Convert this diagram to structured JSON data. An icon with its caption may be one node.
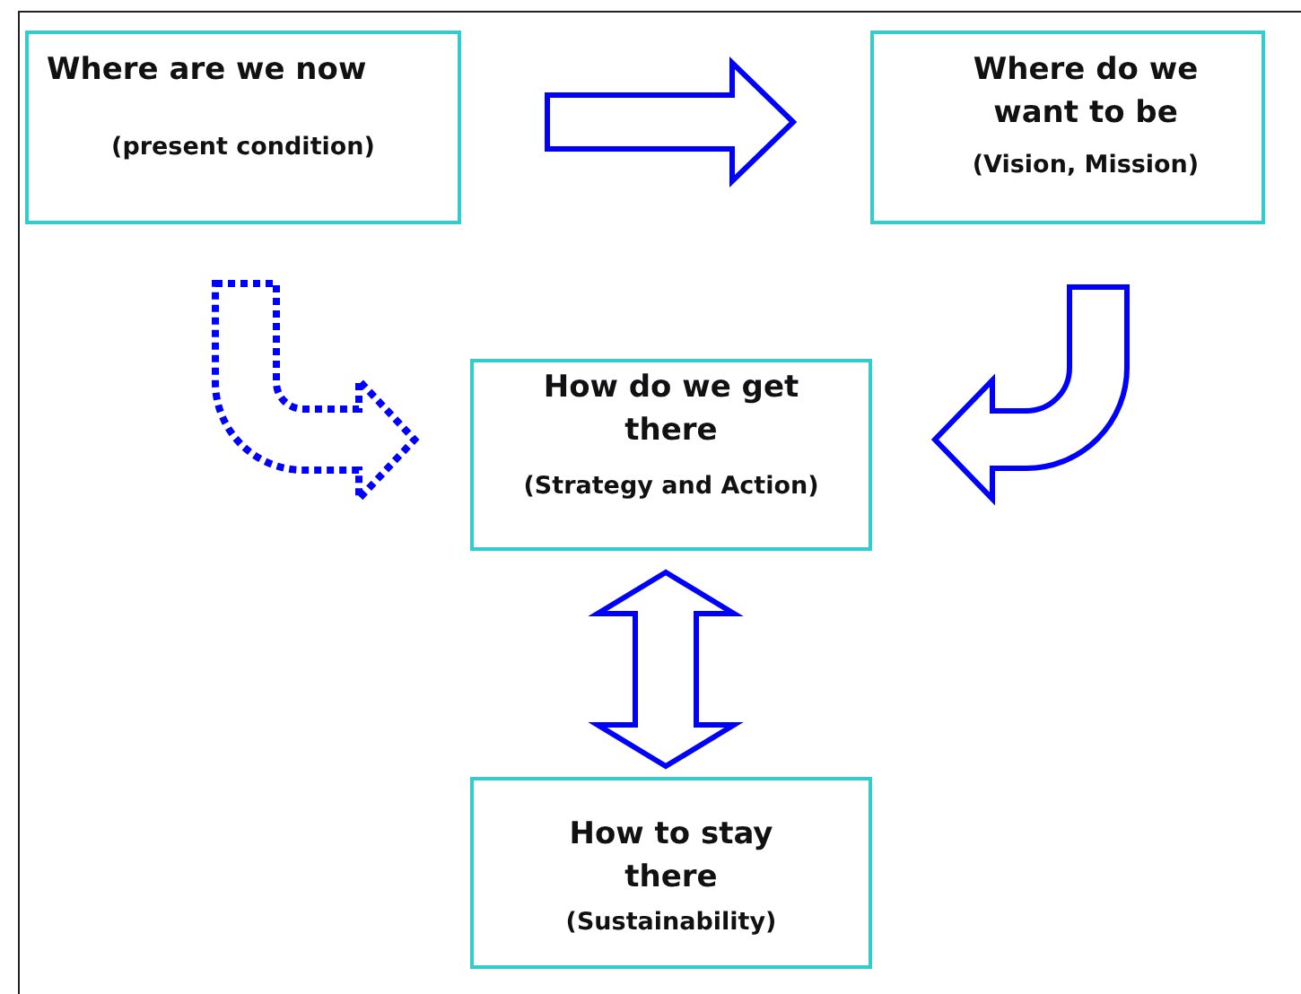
{
  "diagram": {
    "nodes": [
      {
        "text": [
          "Where are we now",
          "(present condition)"
        ]
      },
      {
        "text": [
          "Where do we want to be",
          "(Vision, Mission)"
        ]
      },
      {
        "text": [
          "How do we get there",
          "(Strategy and Action)"
        ]
      },
      {
        "text": [
          "How to stay there",
          "(Sustainability)"
        ]
      }
    ],
    "edges": [
      {
        "from": 0,
        "to": 1,
        "arrow": "to"
      },
      {
        "from": 0,
        "to": 2,
        "arrow": "to",
        "style": "dashed"
      },
      {
        "from": 1,
        "to": 2,
        "arrow": "to"
      },
      {
        "from": 2,
        "to": 3,
        "arrow": "both"
      }
    ]
  }
}
